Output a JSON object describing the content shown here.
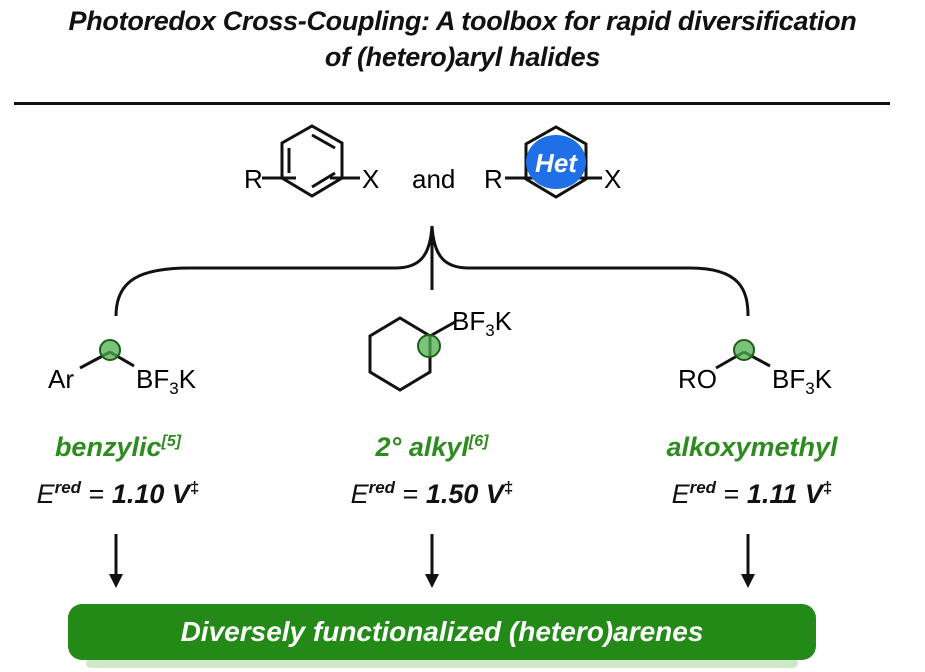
{
  "title": {
    "line1": "Photoredox Cross-Coupling: A toolbox for rapid diversification",
    "line2": "of (hetero)aryl halides"
  },
  "substrates": {
    "r_label": "R",
    "x_label": "X",
    "and_label": "and",
    "het_label": "Het"
  },
  "reagents": [
    {
      "left_group": "Ar",
      "right_group": "BF",
      "subscript": "3",
      "cation": "K",
      "class_label": "benzylic",
      "ref": "[5]",
      "e_symbol": "E",
      "e_sup": "red",
      "eq": " = ",
      "value": "1.10 V",
      "dagger": "‡"
    },
    {
      "left_group": "",
      "right_group": "BF",
      "subscript": "3",
      "cation": "K",
      "class_label": "2° alkyl",
      "ref": "[6]",
      "e_symbol": "E",
      "e_sup": "red",
      "eq": " = ",
      "value": "1.50 V",
      "dagger": "‡"
    },
    {
      "left_group": "RO",
      "right_group": "BF",
      "subscript": "3",
      "cation": "K",
      "class_label": "alkoxymethyl",
      "ref": "",
      "e_symbol": "E",
      "e_sup": "red",
      "eq": " = ",
      "value": "1.11 V",
      "dagger": "‡"
    }
  ],
  "product": {
    "label": "Diversely functionalized (hetero)arenes"
  },
  "colors": {
    "accent_green": "#2e8b1f",
    "banner_green": "#238a17",
    "het_blue": "#1f6fe6",
    "highlight_circle": "#4caf50"
  }
}
